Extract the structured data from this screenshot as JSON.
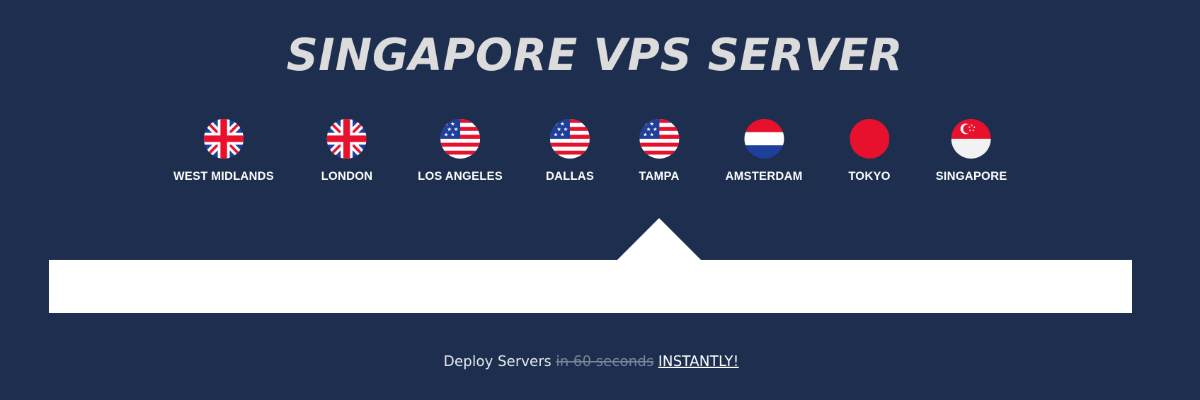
{
  "header": {
    "title": "SINGAPORE VPS SERVER"
  },
  "locations": [
    {
      "label": "WEST MIDLANDS",
      "flag": "uk-flag-icon"
    },
    {
      "label": "LONDON",
      "flag": "uk-flag-icon"
    },
    {
      "label": "LOS ANGELES",
      "flag": "us-flag-icon"
    },
    {
      "label": "DALLAS",
      "flag": "us-flag-icon"
    },
    {
      "label": "TAMPA",
      "flag": "us-flag-icon"
    },
    {
      "label": "AMSTERDAM",
      "flag": "netherlands-flag-icon"
    },
    {
      "label": "TOKYO",
      "flag": "japan-flag-icon"
    },
    {
      "label": "SINGAPORE",
      "flag": "singapore-flag-icon"
    }
  ],
  "selected_location": "TAMPA",
  "deploy": {
    "prefix": "Deploy Servers",
    "struck": "in 60 seconds",
    "highlight": "INSTANTLY!"
  },
  "colors": {
    "background": "#1d2e4e",
    "panel": "#ffffff",
    "flag_red": "#e8112d",
    "flag_blue": "#1e3f9a"
  }
}
